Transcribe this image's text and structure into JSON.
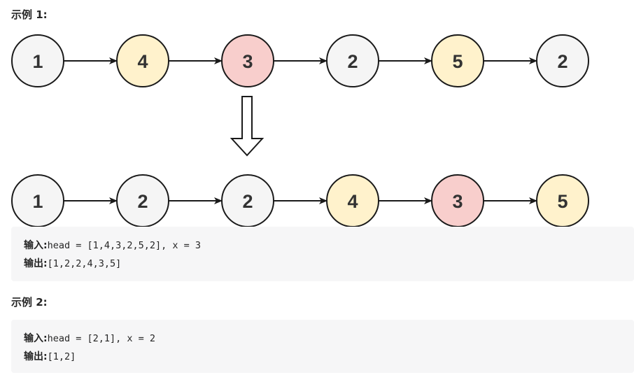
{
  "example1": {
    "title": "示例 1:",
    "before_nodes": [
      "1",
      "4",
      "3",
      "2",
      "5",
      "2"
    ],
    "after_nodes": [
      "1",
      "2",
      "2",
      "4",
      "3",
      "5"
    ],
    "input_label": "输入:",
    "input_value": "head = [1,4,3,2,5,2], x = 3",
    "output_label": "输出:",
    "output_value": "[1,2,2,4,3,5]"
  },
  "example2": {
    "title": "示例 2:",
    "input_label": "输入:",
    "input_value": "head = [2,1], x = 2",
    "output_label": "输出:",
    "output_value": "[1,2]"
  },
  "colors": {
    "gray_fill": "#f5f5f5",
    "yellow_fill": "#fff2cc",
    "red_fill": "#f8cecc",
    "stroke": "#1a1a1a"
  },
  "node_color_keys": {
    "before": [
      "gray_fill",
      "yellow_fill",
      "red_fill",
      "gray_fill",
      "yellow_fill",
      "gray_fill"
    ],
    "after": [
      "gray_fill",
      "gray_fill",
      "gray_fill",
      "yellow_fill",
      "red_fill",
      "yellow_fill"
    ]
  }
}
